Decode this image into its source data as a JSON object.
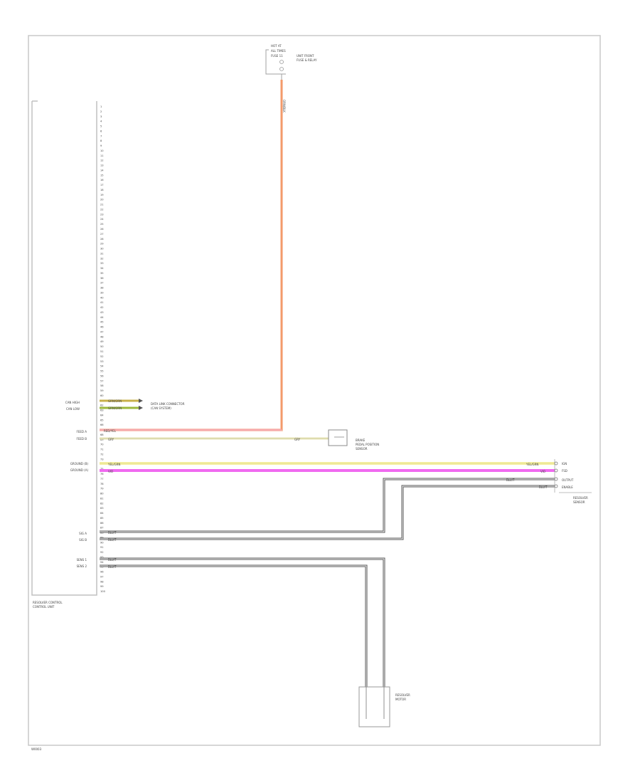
{
  "diagram": {
    "footer_code": "W0003"
  },
  "module": {
    "name_line1": "RESOLVER CONTROL",
    "name_line2": "CONTROL UNIT",
    "pins": [
      "1",
      "2",
      "3",
      "4",
      "5",
      "6",
      "7",
      "8",
      "9",
      "10",
      "11",
      "12",
      "13",
      "14",
      "15",
      "16",
      "17",
      "18",
      "19",
      "20",
      "21",
      "22",
      "23",
      "24",
      "25",
      "26",
      "27",
      "28",
      "29",
      "30",
      "31",
      "32",
      "33",
      "34",
      "35",
      "36",
      "37",
      "38",
      "39",
      "40",
      "41",
      "42",
      "43",
      "44",
      "45",
      "46",
      "47",
      "48",
      "49",
      "50",
      "51",
      "52",
      "53",
      "54",
      "55",
      "56",
      "57",
      "58",
      "59",
      "60",
      "61",
      "62",
      "63",
      "64",
      "65",
      "66",
      "67",
      "68",
      "69",
      "70",
      "71",
      "72",
      "73",
      "74",
      "75",
      "76",
      "77",
      "78",
      "79",
      "80",
      "81",
      "82",
      "83",
      "84",
      "85",
      "86",
      "87",
      "88",
      "89",
      "90",
      "91",
      "92",
      "93",
      "94",
      "95",
      "96",
      "97",
      "98",
      "99",
      "100"
    ]
  },
  "left_labels": {
    "can_high": "CAN HIGH",
    "can_low": "CAN LOW",
    "feed_a": "FEED A",
    "feed_b": "FEED B",
    "ground_b": "GROUND (B)",
    "ground_a": "GROUND (A)",
    "sig_a": "SIG A",
    "sig_b": "SIG B",
    "sens_1": "SENS 1",
    "sens_2": "SENS 2"
  },
  "wires": {
    "w1": "GRN/ORN",
    "w2": "GRN/ORN",
    "w3": "ORN/BLK",
    "w4": "RED/YEL",
    "w5": "GRY",
    "w6": "YEL/GRN",
    "w7": "VIO",
    "w8": "BLU/T",
    "w9": "BLU/T",
    "w10": "BLU/T",
    "w11": "BLU/T"
  },
  "components": {
    "top_fuse_l1": "HOT AT",
    "top_fuse_l2": "ALL TIMES",
    "top_fuse_l3": "FUSE 11",
    "top_fuse_desc1": "UNIT FRONT",
    "top_fuse_desc2": "FUSE & RELAY",
    "can_conn1": "DATA LINK CONNECTOR",
    "can_conn2": "(CAN SYSTEM)",
    "sensor_desc1": "BRAKE",
    "sensor_desc2": "PEDAL POSITION",
    "sensor_desc3": "SENSOR",
    "right_comp1": "RESOLVER",
    "right_comp2": "SENSOR",
    "bottom_comp1": "RESOLVER",
    "bottom_comp2": "MOTOR"
  },
  "right_pins": {
    "p1": "IGN",
    "p2": "FSD",
    "p3": "OUTPUT",
    "p4": "ENABLE"
  }
}
